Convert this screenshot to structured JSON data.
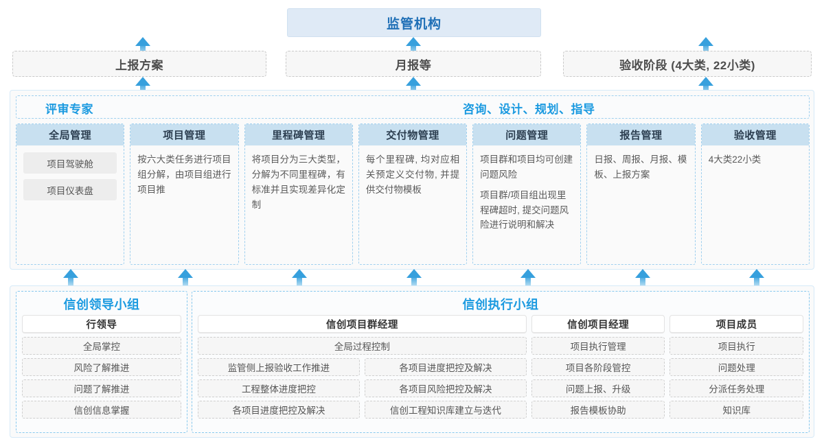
{
  "top": {
    "regulator": "监管机构",
    "reports": [
      "上报方案",
      "月报等",
      "验收阶段 (4大类, 22小类)"
    ]
  },
  "mid": {
    "roles": [
      "评审专家",
      "咨询、设计、规划、指导"
    ],
    "cards": [
      {
        "title": "全局管理",
        "paragraphs": [],
        "pills": [
          "项目驾驶舱",
          "项目仪表盘"
        ]
      },
      {
        "title": "项目管理",
        "paragraphs": [
          "按六大类任务进行项目组分解，由项目组进行项目推"
        ],
        "pills": []
      },
      {
        "title": "里程碑管理",
        "paragraphs": [
          "将项目分为三大类型，分解为不同里程碑，有标准并且实现差异化定制"
        ],
        "pills": []
      },
      {
        "title": "交付物管理",
        "paragraphs": [
          "每个里程碑, 均对应相关预定义交付物, 并提供交付物模板"
        ],
        "pills": []
      },
      {
        "title": "问题管理",
        "paragraphs": [
          "项目群和项目均可创建问题风险",
          "项目群/项目组出现里程碑超时, 提交问题风险进行说明和解决"
        ],
        "pills": []
      },
      {
        "title": "报告管理",
        "paragraphs": [
          "日报、周报、月报、模板、上报方案"
        ],
        "pills": []
      },
      {
        "title": "验收管理",
        "paragraphs": [
          "4大类22小类"
        ],
        "pills": []
      }
    ]
  },
  "bottom": {
    "leader_group": {
      "title": "信创领导小组",
      "column": {
        "head": "行领导",
        "tiles": [
          "全局掌控",
          "风险了解推进",
          "问题了解推进",
          "信创信息掌握"
        ]
      }
    },
    "exec_group": {
      "title": "信创执行小组",
      "pm_group": {
        "head": "信创项目群经理",
        "full_tile": "全局过程控制",
        "left_tiles": [
          "监管侧上报验收工作推进",
          "工程整体进度把控",
          "各项目进度把控及解决"
        ],
        "right_tiles": [
          "各项目进度把控及解决",
          "各项目风险把控及解决",
          "信创工程知识库建立与迭代"
        ]
      },
      "pm": {
        "head": "信创项目经理",
        "tiles": [
          "项目执行管理",
          "项目各阶段管控",
          "问题上报、升级",
          "报告模板协助"
        ]
      },
      "member": {
        "head": "项目成员",
        "tiles": [
          "项目执行",
          "问题处理",
          "分派任务处理",
          "知识库"
        ]
      }
    }
  },
  "colors": {
    "accent_blue": "#1b9ae0",
    "header_blue": "#c8e0f0",
    "regulator_bg": "#dfeaf6",
    "regulator_text": "#1f6fb6"
  }
}
